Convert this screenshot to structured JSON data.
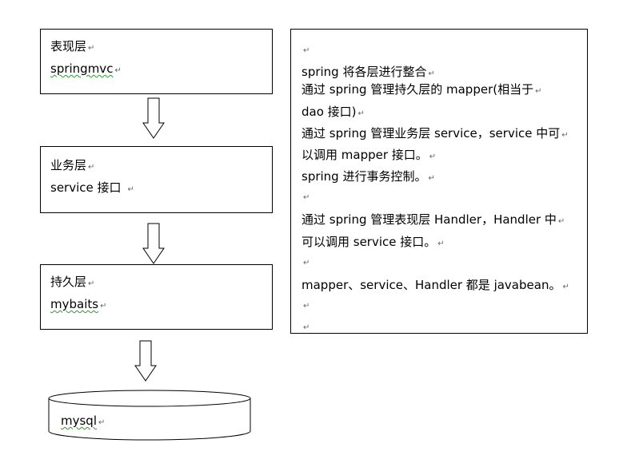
{
  "layers": [
    {
      "title": "表现层",
      "tech": "springmvc",
      "tech_squiggle": true
    },
    {
      "title": "业务层",
      "tech": "service 接口",
      "tech_squiggle": false
    },
    {
      "title": "持久层",
      "tech": "mybaits",
      "tech_squiggle": true
    }
  ],
  "database": {
    "label": "mysql"
  },
  "paragraph_mark": "↵",
  "notes": [
    "",
    "spring 将各层进行整合",
    "通过  spring  管理持久层的  mapper(相当于",
    "dao 接口)",
    "通过 spring 管理业务层 service，service 中可",
    "以调用 mapper 接口。",
    "spring 进行事务控制。",
    "",
    "通过 spring 管理表现层 Handler，Handler 中",
    "可以调用 service 接口。",
    "",
    "mapper、service、Handler 都是 javabean。",
    "",
    ""
  ]
}
